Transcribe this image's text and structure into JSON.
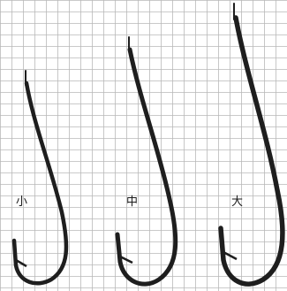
{
  "diagram": {
    "grid": true,
    "colors": {
      "grid": "#b9b9b9",
      "hook": "#1e1e1e",
      "background": "#ffffff"
    },
    "hooks": [
      {
        "label": "小"
      },
      {
        "label": "中"
      },
      {
        "label": "大"
      }
    ]
  }
}
